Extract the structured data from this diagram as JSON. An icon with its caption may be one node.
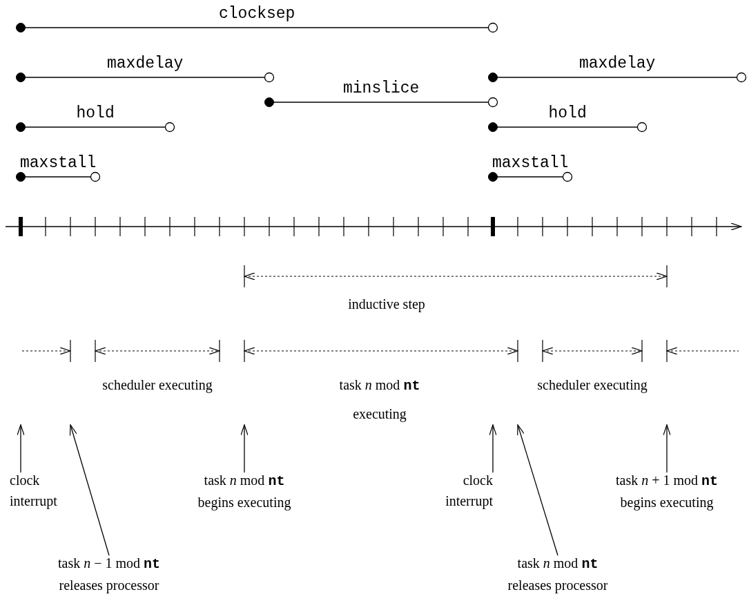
{
  "diagram": {
    "nodes": [
      {
        "text": [
          "clock interrupt"
        ]
      },
      {
        "text": [
          "task *n* − 1 mod **nt** releases processor"
        ]
      },
      {
        "text": [
          "task *n* mod **nt** begins executing"
        ]
      },
      {
        "text": [
          "clock interrupt"
        ]
      },
      {
        "text": [
          "task *n* mod **nt** releases processor"
        ]
      },
      {
        "text": [
          "task *n* + 1 mod **nt** begins executing"
        ]
      }
    ],
    "edges": [
      {
        "from": 0,
        "to": null,
        "arrow": "to"
      },
      {
        "from": 1,
        "to": null,
        "arrow": "to"
      },
      {
        "from": 2,
        "to": null,
        "arrow": "to"
      },
      {
        "from": 3,
        "to": null,
        "arrow": "to"
      },
      {
        "from": 4,
        "to": null,
        "arrow": "to"
      },
      {
        "from": 5,
        "to": null,
        "arrow": "to"
      }
    ],
    "labels": [
      "clocksep",
      "maxdelay",
      "maxdelay",
      "minslice",
      "hold",
      "hold",
      "maxstall",
      "maxstall",
      "inductive step",
      "scheduler executing",
      "task *n* mod **nt** executing",
      "scheduler executing"
    ]
  }
}
